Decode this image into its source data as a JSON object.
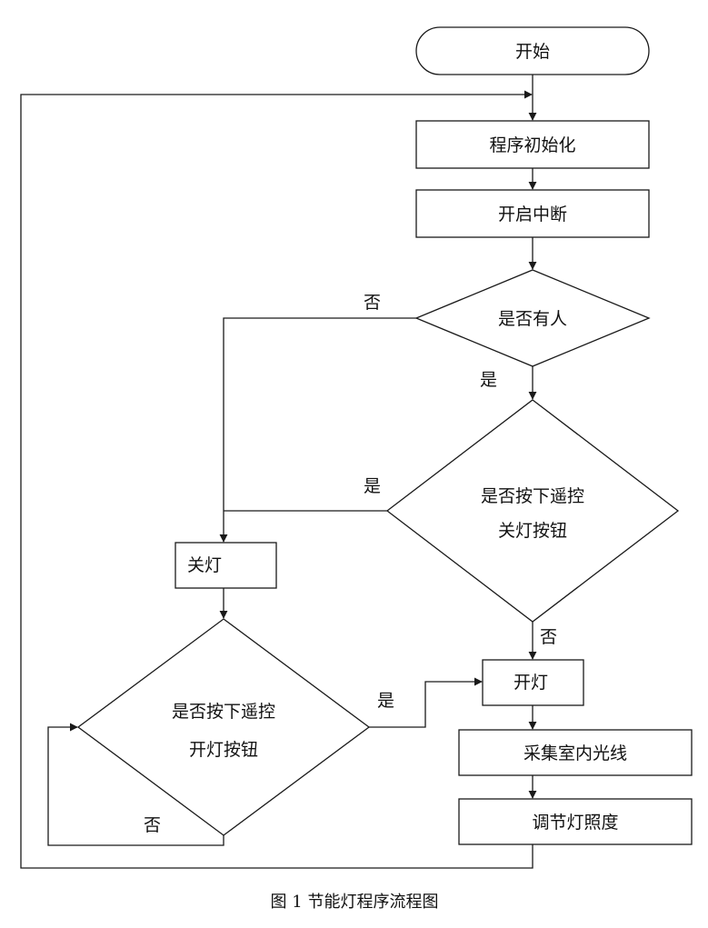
{
  "nodes": {
    "start": "开始",
    "init": "程序初始化",
    "interrupt": "开启中断",
    "someone": "是否有人",
    "remote_off_line1": "是否按下遥控",
    "remote_off_line2": "关灯按钮",
    "light_off": "关灯",
    "remote_on_line1": "是否按下遥控",
    "remote_on_line2": "开灯按钮",
    "light_on": "开灯",
    "collect": "采集室内光线",
    "adjust": "调节灯照度"
  },
  "labels": {
    "someone_no": "否",
    "someone_yes": "是",
    "remote_off_yes": "是",
    "remote_off_no": "否",
    "remote_on_yes": "是",
    "remote_on_no": "否"
  },
  "caption": "图 1 节能灯程序流程图"
}
